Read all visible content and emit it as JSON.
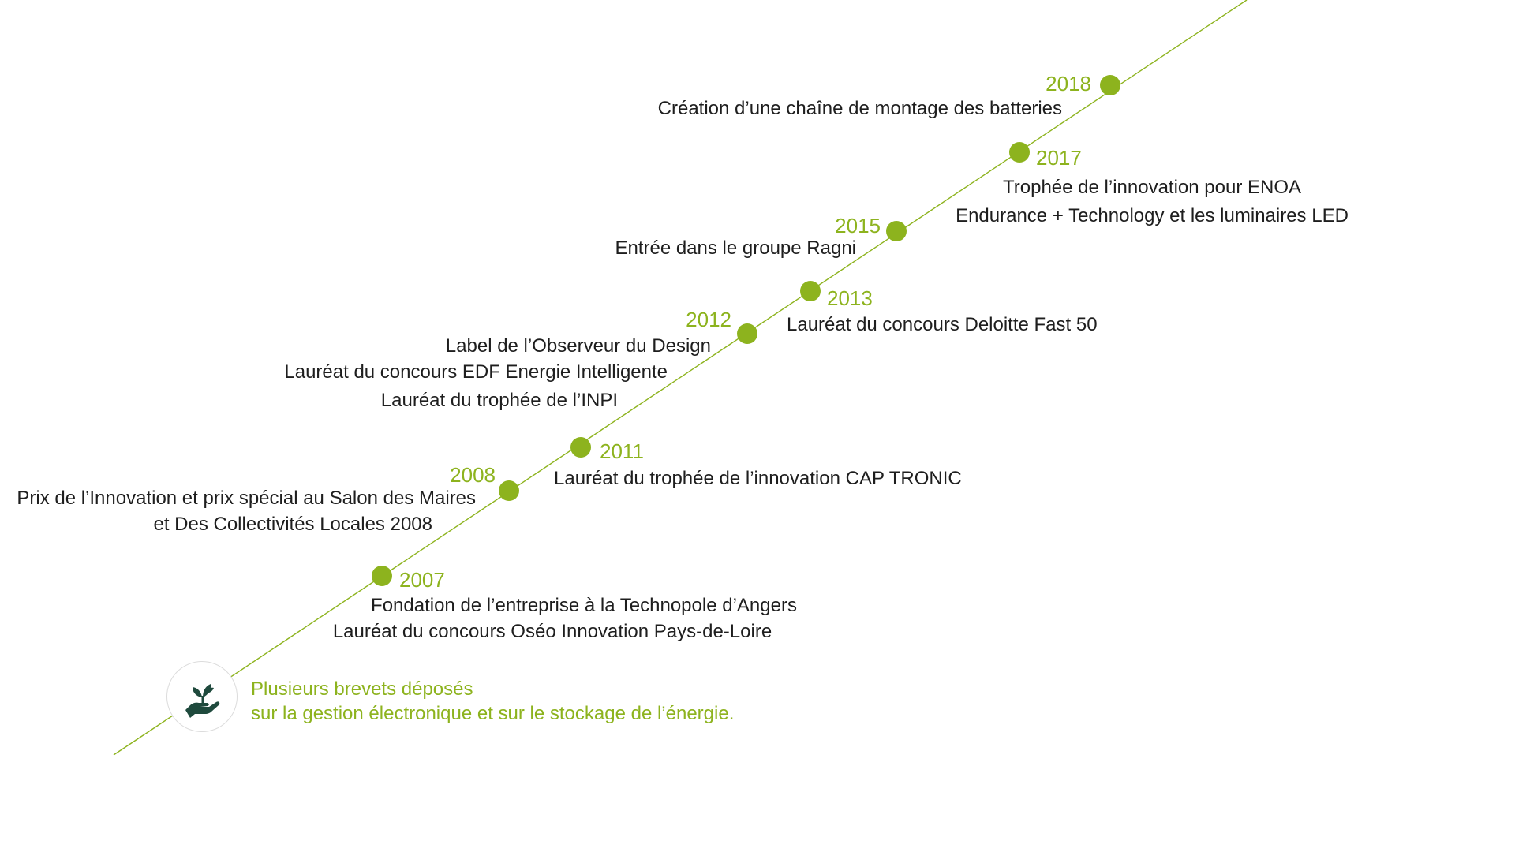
{
  "colors": {
    "accent": "#8db31e",
    "text": "#1e1e1e",
    "icon": "#1f4a3d"
  },
  "icon": "hand-holding-plant-icon",
  "intro": {
    "line1": "Plusieurs brevets déposés",
    "line2": "sur la gestion électronique et sur le stockage de l’énergie."
  },
  "milestones": [
    {
      "year": "2007",
      "lines": [
        "Fondation de l’entreprise à la Technopole d’Angers",
        "Lauréat du concours Oséo Innovation Pays-de-Loire"
      ]
    },
    {
      "year": "2008",
      "lines": [
        "Prix de l’Innovation et prix spécial au Salon des Maires",
        "et Des Collectivités Locales 2008"
      ]
    },
    {
      "year": "2011",
      "lines": [
        "Lauréat du trophée de l’innovation CAP TRONIC"
      ]
    },
    {
      "year": "2012",
      "lines": [
        "Label de l’Observeur du Design",
        "Lauréat du concours EDF Energie Intelligente",
        "Lauréat du trophée de l’INPI"
      ]
    },
    {
      "year": "2013",
      "lines": [
        "Lauréat du concours Deloitte Fast 50"
      ]
    },
    {
      "year": "2015",
      "lines": [
        "Entrée dans le groupe Ragni"
      ]
    },
    {
      "year": "2017",
      "lines": [
        "Trophée de l’innovation pour ENOA",
        "Endurance + Technology et les luminaires LED"
      ]
    },
    {
      "year": "2018",
      "lines": [
        "Création d’une chaîne de montage des batteries"
      ]
    }
  ]
}
